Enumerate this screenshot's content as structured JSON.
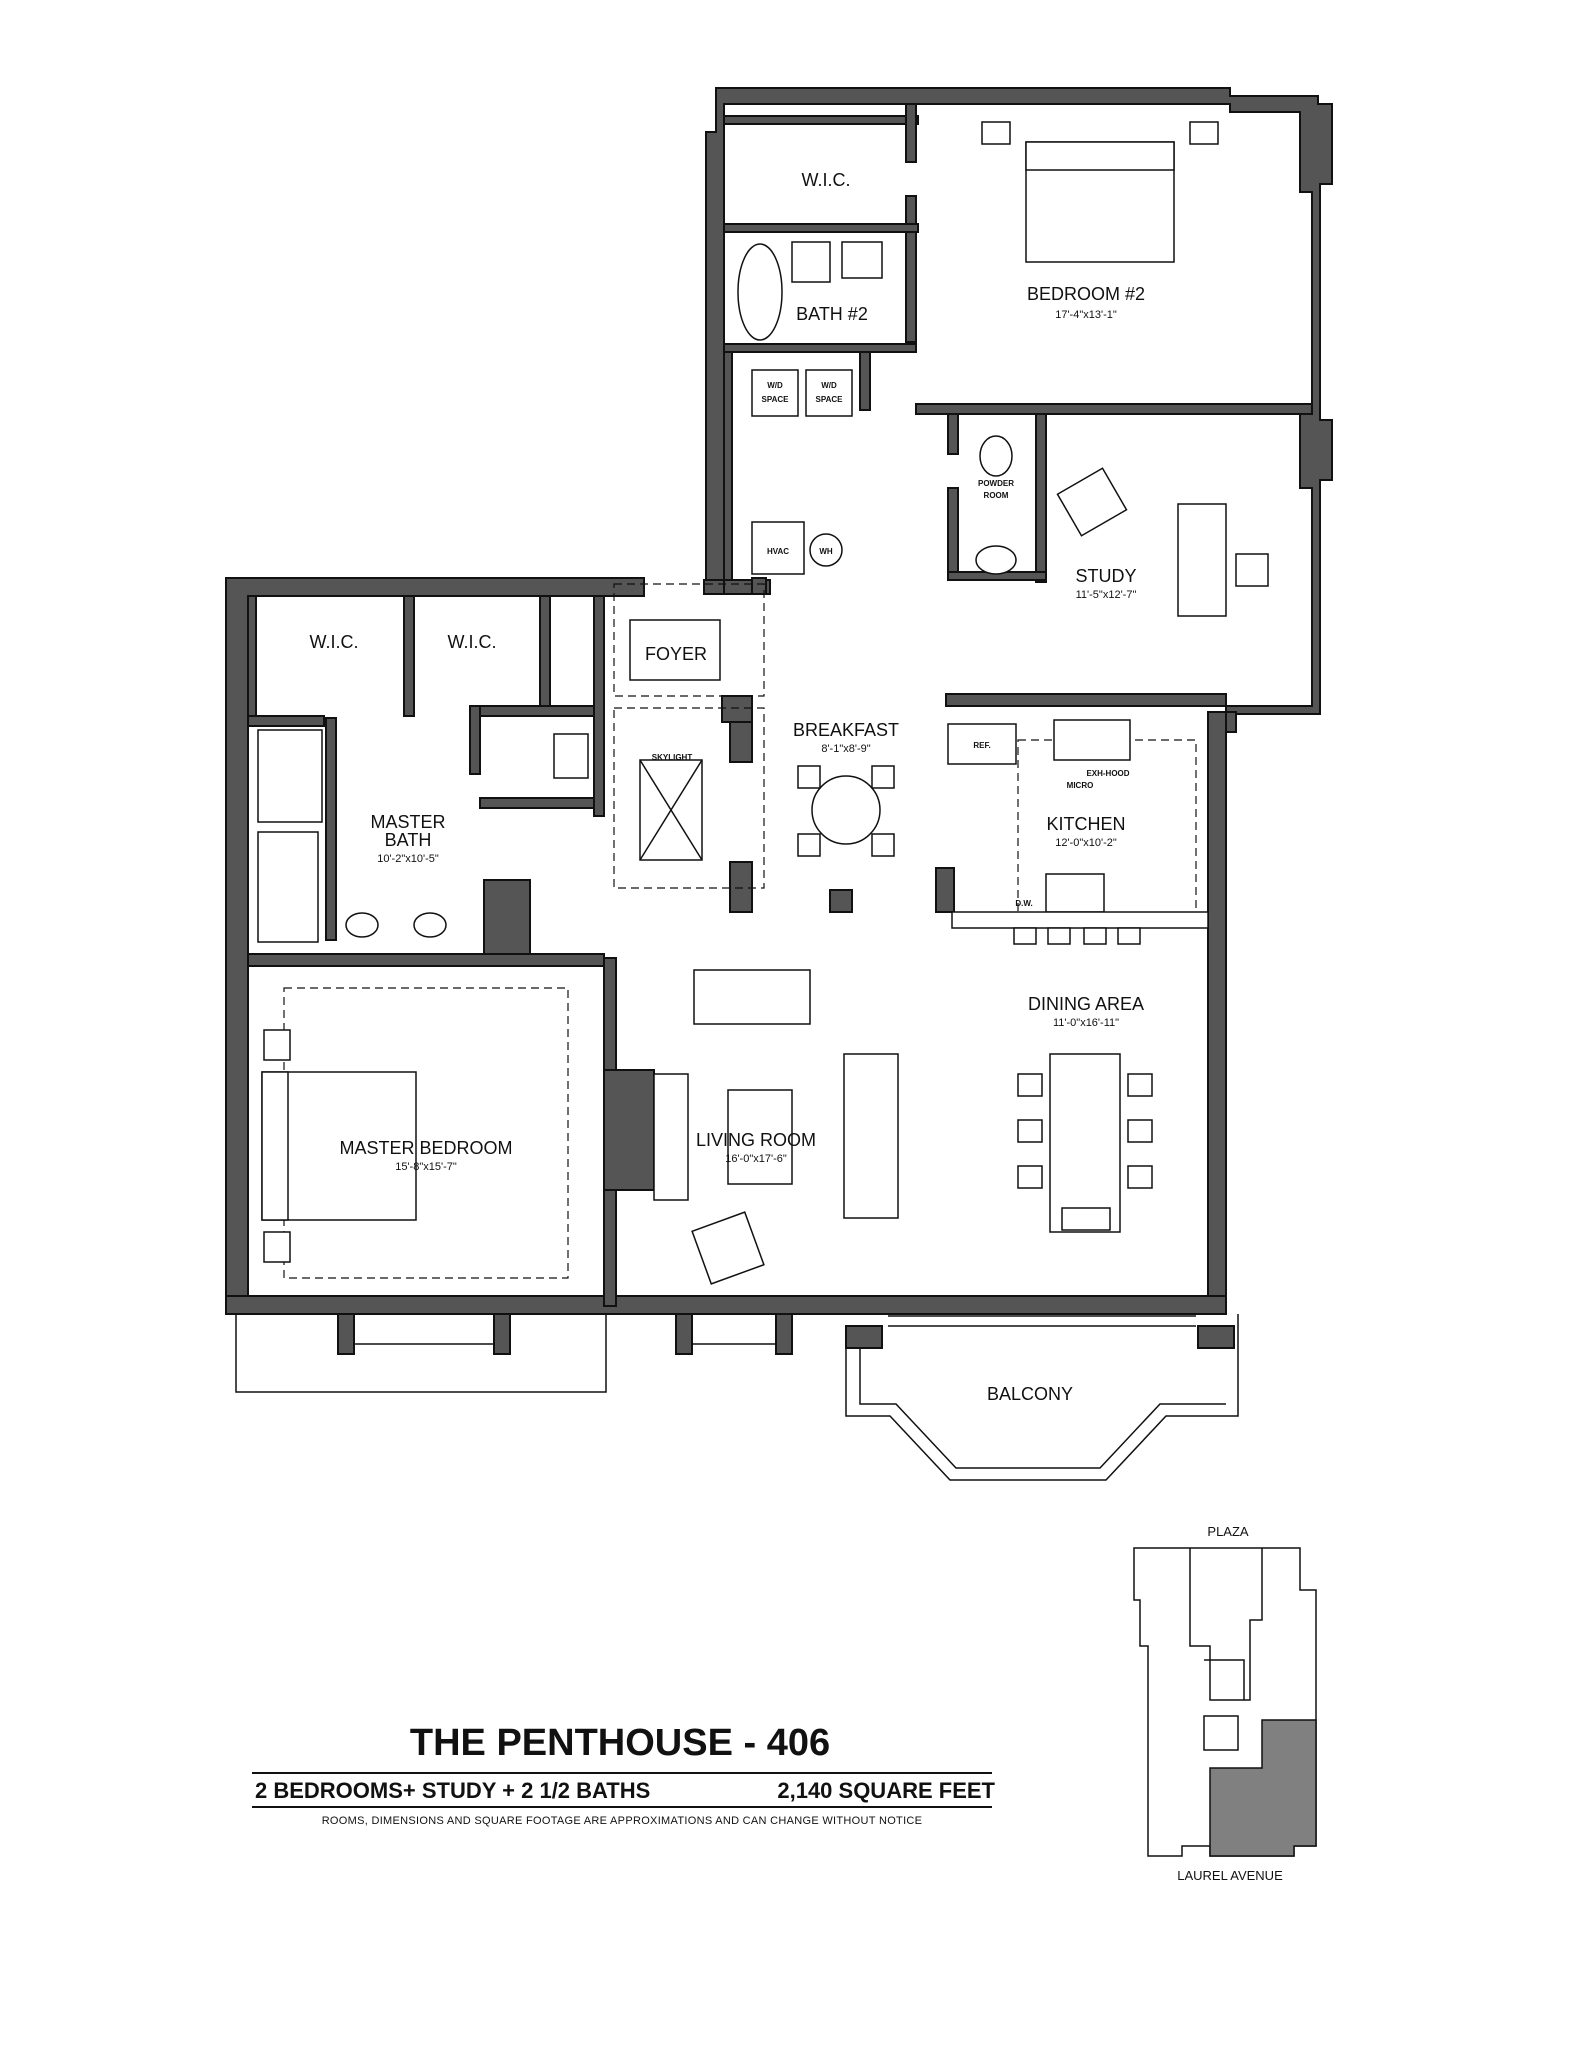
{
  "plan": {
    "rooms": {
      "wic_top": {
        "label": "W.I.C."
      },
      "bath2": {
        "label": "BATH  #2"
      },
      "bedroom2": {
        "label": "BEDROOM  #2",
        "dims": "17'-4\"x13'-1\""
      },
      "wd1": {
        "label": "W/D",
        "label2": "SPACE"
      },
      "wd2": {
        "label": "W/D",
        "label2": "SPACE"
      },
      "powder": {
        "label": "POWDER",
        "label2": "ROOM"
      },
      "hvac": {
        "label": "HVAC"
      },
      "wh": {
        "label": "WH"
      },
      "study": {
        "label": "STUDY",
        "dims": "11'-5\"x12'-7\""
      },
      "wic_left": {
        "label": "W.I.C."
      },
      "wic_right": {
        "label": "W.I.C."
      },
      "foyer": {
        "label": "FOYER"
      },
      "skylight": {
        "label": "SKYLIGHT"
      },
      "breakfast": {
        "label": "BREAKFAST",
        "dims": "8'-1\"x8'-9\""
      },
      "ref": {
        "label": "REF."
      },
      "exh": {
        "label": "EXH-HOOD",
        "label2": "MICRO"
      },
      "kitchen": {
        "label": "KITCHEN",
        "dims": "12'-0\"x10'-2\""
      },
      "dw": {
        "label": "D.W."
      },
      "master_bath": {
        "label": "MASTER",
        "label2": "BATH",
        "dims": "10'-2\"x10'-5\""
      },
      "dining": {
        "label": "DINING AREA",
        "dims": "11'-0\"x16'-11\""
      },
      "living": {
        "label": "LIVING  ROOM",
        "dims": "16'-0\"x17'-6\""
      },
      "master_bedroom": {
        "label": "MASTER  BEDROOM",
        "dims": "15'-8\"x15'-7\""
      },
      "balcony": {
        "label": "BALCONY"
      }
    }
  },
  "key_plan": {
    "top_label": "PLAZA",
    "bottom_label": "LAUREL AVENUE",
    "highlight_color": "#808080"
  },
  "footer": {
    "title": "THE PENTHOUSE - 406",
    "summary_left": "2 BEDROOMS+ STUDY + 2 1/2 BATHS",
    "summary_right": "2,140 SQUARE FEET",
    "disclaimer": "ROOMS, DIMENSIONS AND SQUARE FOOTAGE ARE APPROXIMATIONS AND CAN CHANGE WITHOUT NOTICE"
  }
}
